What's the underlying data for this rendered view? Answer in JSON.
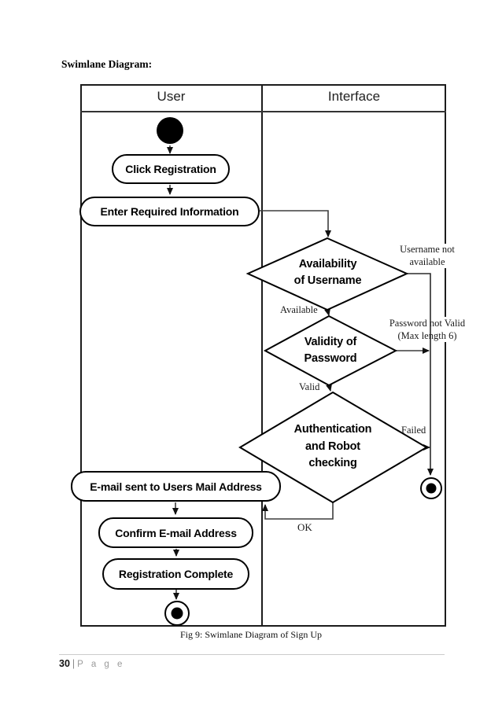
{
  "page": {
    "heading": "Swimlane Diagram:",
    "caption": "Fig 9: Swimlane Diagram of Sign Up",
    "footer": {
      "page_number": "30",
      "divider": "|",
      "label": "P a g e"
    }
  },
  "lanes": {
    "user": "User",
    "interface": "Interface"
  },
  "activities": {
    "click_registration": "Click Registration",
    "enter_required_information": "Enter Required Information",
    "email_sent": "E-mail sent to Users Mail Address",
    "confirm_email": "Confirm E-mail Address",
    "registration_complete": "Registration Complete"
  },
  "decisions": {
    "availability": {
      "line1": "Availability",
      "line2": "of Username"
    },
    "validity": {
      "line1": "Validity of",
      "line2": "Password"
    },
    "authentication": {
      "line1": "Authentication",
      "line2": "and Robot",
      "line3": "checking"
    }
  },
  "edge_labels": {
    "username_not_available": {
      "line1": "Username not",
      "line2": "available"
    },
    "password_not_valid": {
      "line1": "Password not Valid",
      "line2": "(Max length 6)"
    },
    "available": "Available",
    "valid": "Valid",
    "failed": "Failed",
    "ok": "OK"
  },
  "colors": {
    "ink": "#000000",
    "connector": "#3d3d3d",
    "paper": "#ffffff",
    "muted": "#9a9a9a"
  }
}
